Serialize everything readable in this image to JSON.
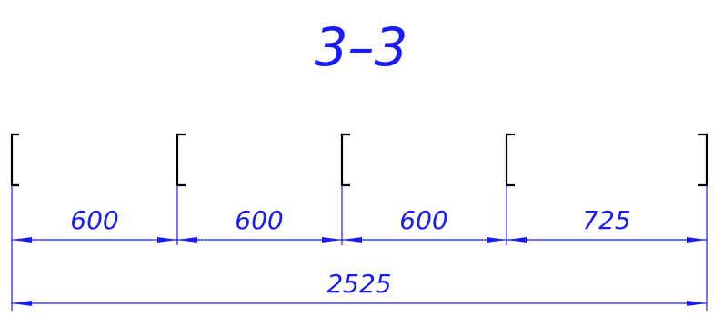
{
  "title": "3–3",
  "colors": {
    "dimension": "#1a1aff",
    "profile": "#000000",
    "background": "#ffffff"
  },
  "profiles": [
    "channel-open-right",
    "channel-open-right",
    "channel-open-right",
    "channel-open-right",
    "channel-open-left"
  ],
  "spacing_dimensions": [
    "600",
    "600",
    "600",
    "725"
  ],
  "total_dimension": "2525"
}
